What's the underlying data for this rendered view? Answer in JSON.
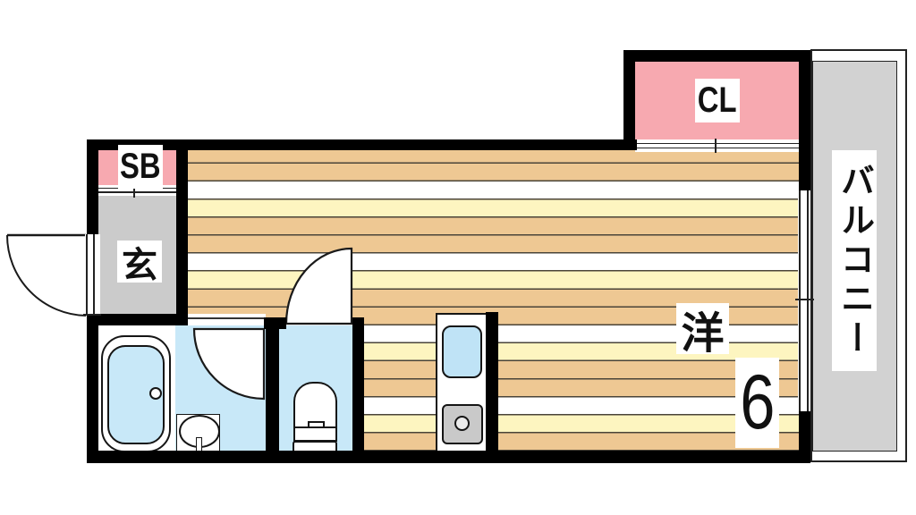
{
  "labels": {
    "shoe_box": "SB",
    "closet": "CL",
    "entrance": "玄",
    "main_room": "洋",
    "main_room_size": "6",
    "balcony": "バルコニー"
  },
  "colors": {
    "wall": "#000000",
    "floor_tan": "#eec893",
    "floor_cream": "#fdf5c0",
    "stripe_line": "#4a4438",
    "closet_pink": "#f7a9b0",
    "entrance_gray": "#cbcbcb",
    "balcony_gray": "#d2d2d2",
    "water_blue": "#c8e8f8",
    "kitchen_sink_blue": "#bfe3f6",
    "stove_gray": "#c9c9c9"
  }
}
